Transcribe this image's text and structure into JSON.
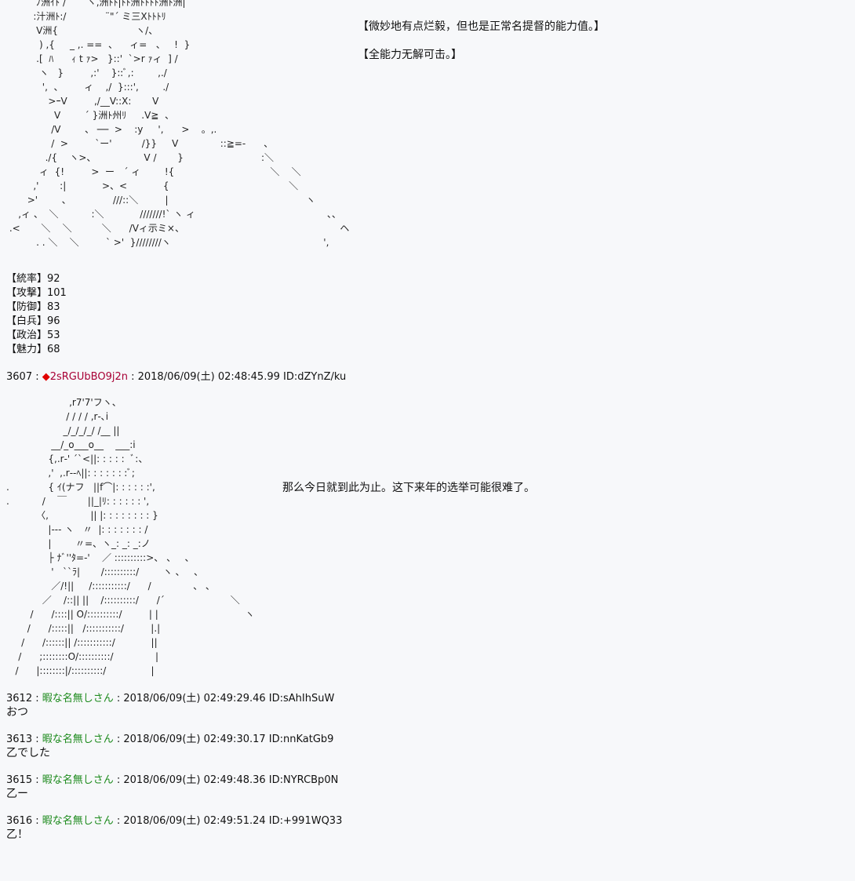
{
  "art1": {
    "lines": [
      "          ﾉ洲ｲﾄ /       ヽ,洲ﾄﾄ|ﾄﾄ洲ﾄﾄﾄﾄ洲ﾄ洲|",
      "         :汁洲ﾄ:/             ¨\"´ ミ三Ⅹﾄﾄﾄﾘ",
      "          V洲{                          ヽ/、",
      "           ) ,{     _ ,. ==  、    ィ=   、   !  }",
      "          .[  ﾊ      ｨ t ｧ>   }::'  `>r ｧィ  ] /",
      "           ヽ   }         ,:'    }::ﾞ,:        ,./",
      "            ',  、       ィ    ,/  }:::',        ./",
      "              >ｰV         ,/__V::X:       V",
      "                V        ´ }洲ﾄ州ﾘ     .V≧  、",
      "               /V        、 ──  >    :y     ',      >    。,.",
      "               /  >         `ー'          /}}     V              ::≧=-      、",
      "             ./{    ヽ>、                V /       }                          :＼",
      "           ィ  {!         >  ー   ´ ィ        !{                                ＼    ＼",
      "         ,'       :|            >、<            {                                        ＼",
      "       >'        、              ///::＼         |                                              ヽ",
      "    ,ィ 、  ＼           :＼            ///////!` ヽ ィ                                            、、",
      " .<       ＼    ＼          ＼      /Vィ示ミ×、                                                    ヘ",
      "          . . ＼    ＼         ` >'  }////////ヽ                                                   ',"
    ]
  },
  "caption1": {
    "line1": "【微妙地有点烂毅，但也是正常名提督的能力值。】",
    "line2": "【全能力无解可击。】"
  },
  "stats": [
    {
      "label": "【統率】",
      "value": "92"
    },
    {
      "label": "【攻撃】",
      "value": "101"
    },
    {
      "label": "【防御】",
      "value": "83"
    },
    {
      "label": "【白兵】",
      "value": "96"
    },
    {
      "label": "【政治】",
      "value": "53"
    },
    {
      "label": "【魅力】",
      "value": "68"
    }
  ],
  "post3607": {
    "num": "3607 : ",
    "mark": "◆",
    "name": "2sRGUbBO9j2n",
    "meta": " : 2018/06/09(土) 02:48:45.99 ID:dZYnZ/ku"
  },
  "art2": {
    "lines": [
      "                     ,r7'7'フヽ、",
      "                    / / / / ,r‐､i",
      "                   _/_/_/_/ /__ ||",
      "               __/_o___o__    ___:i",
      "              {,.r‐' ´`<||: : : : :  ﾞ:、",
      "              ,'  ,.r‐‐ﾍ||: : : : : : :ﾞ;",
      ".             { ｲ(ナフ   ||f⌒|: : : : : :',",
      ".           /    ￣       ||_|ﾘ: : : : : : ',",
      "          〈,              || |: : : : : : : : }",
      "              |‐‐‐ ヽ   〃  |: : : : : : : /",
      "              |        〃=、ヽ_: _: _:ノ",
      "              ├ ﾅﾞ''ﾀ=‐'    ／ ::::::::::>、 、   、",
      "               '   ``ﾗ|       /::::::::::/        ヽ 、   、",
      "               ／/!||     /:::::::::::/      /              、 、",
      "            ／    /::|| ||    /::::::::::/      /´                      ＼",
      "        /      /::::|| O/::::::::::/         | |                             ヽ",
      "       /      /:::::||   /:::::::::::/         |.|",
      "     /      /::::::|| /:::::::::::/            ||",
      "    /      ;::::::::O/::::::::::/              |",
      "   /      |::::::::|/::::::::::/               |"
    ]
  },
  "caption2": "那么今日就到此为止。这下来年的选举可能很难了。",
  "posts": [
    {
      "num": "3612 : ",
      "name": "暇な名無しさん",
      "meta": " : 2018/06/09(土) 02:49:29.46 ID:sAhIhSuW",
      "body": "おつ"
    },
    {
      "num": "3613 : ",
      "name": "暇な名無しさん",
      "meta": " : 2018/06/09(土) 02:49:30.17 ID:nnKatGb9",
      "body": "乙でした"
    },
    {
      "num": "3615 : ",
      "name": "暇な名無しさん",
      "meta": " : 2018/06/09(土) 02:49:48.36 ID:NYRCBp0N",
      "body": "乙ー"
    },
    {
      "num": "3616 : ",
      "name": "暇な名無しさん",
      "meta": " : 2018/06/09(土) 02:49:51.24 ID:+991WQ33",
      "body": "乙！"
    }
  ],
  "colors": {
    "background": "#f7f8fa",
    "trip_mark": "#e00000",
    "trip_name": "#a80035",
    "anon_name": "#1c8a1c"
  }
}
